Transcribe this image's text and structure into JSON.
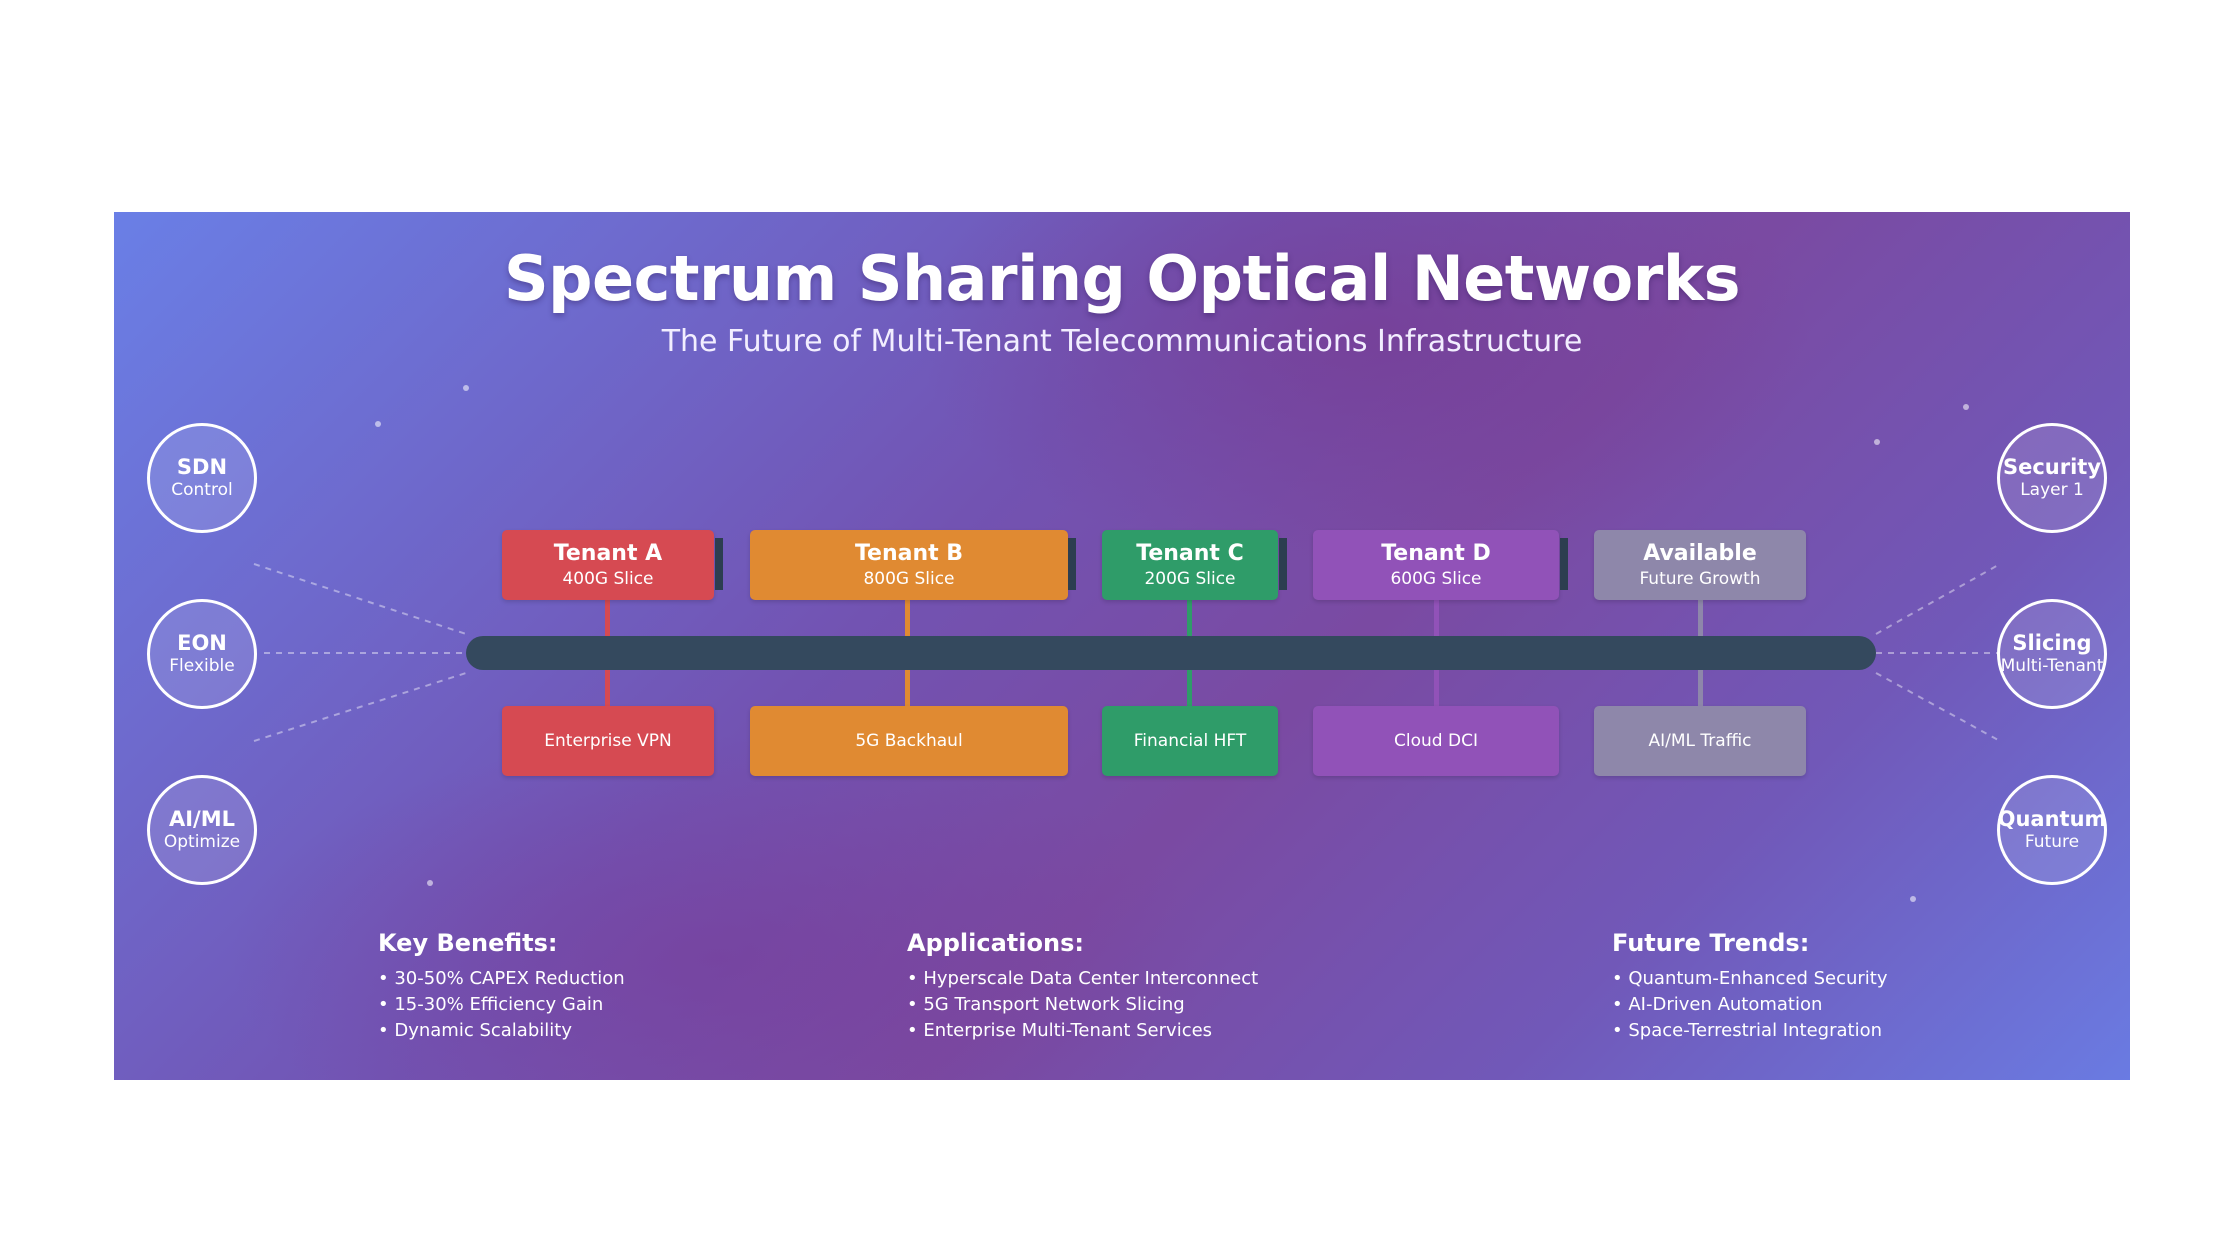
{
  "title": "Spectrum Sharing Optical Networks",
  "subtitle": "The Future of Multi-Tenant Telecommunications Infrastructure",
  "left_nodes": [
    {
      "title": "SDN",
      "sub": "Control"
    },
    {
      "title": "EON",
      "sub": "Flexible"
    },
    {
      "title": "AI/ML",
      "sub": "Optimize"
    }
  ],
  "right_nodes": [
    {
      "title": "Security",
      "sub": "Layer 1"
    },
    {
      "title": "Slicing",
      "sub": "Multi-Tenant"
    },
    {
      "title": "Quantum",
      "sub": "Future"
    }
  ],
  "tenants": [
    {
      "name": "Tenant A",
      "capacity": "400G Slice",
      "application": "Enterprise VPN",
      "color": "#d64a52"
    },
    {
      "name": "Tenant B",
      "capacity": "800G Slice",
      "application": "5G Backhaul",
      "color": "#e08a32"
    },
    {
      "name": "Tenant C",
      "capacity": "200G Slice",
      "application": "Financial HFT",
      "color": "#2f9c69"
    },
    {
      "name": "Tenant D",
      "capacity": "600G Slice",
      "application": "Cloud DCI",
      "color": "#9152b8"
    },
    {
      "name": "Available",
      "capacity": "Future Growth",
      "application": "AI/ML Traffic",
      "color": "#8e87aa"
    }
  ],
  "bus_color": "#34495e",
  "sections": [
    {
      "heading": "Key Benefits:",
      "items": [
        "30-50% CAPEX Reduction",
        "15-30% Efficiency Gain",
        "Dynamic Scalability"
      ]
    },
    {
      "heading": "Applications:",
      "items": [
        "Hyperscale Data Center Interconnect",
        "5G Transport Network Slicing",
        "Enterprise Multi-Tenant Services"
      ]
    },
    {
      "heading": "Future Trends:",
      "items": [
        "Quantum-Enhanced Security",
        "AI-Driven Automation",
        "Space-Terrestrial Integration"
      ]
    }
  ]
}
